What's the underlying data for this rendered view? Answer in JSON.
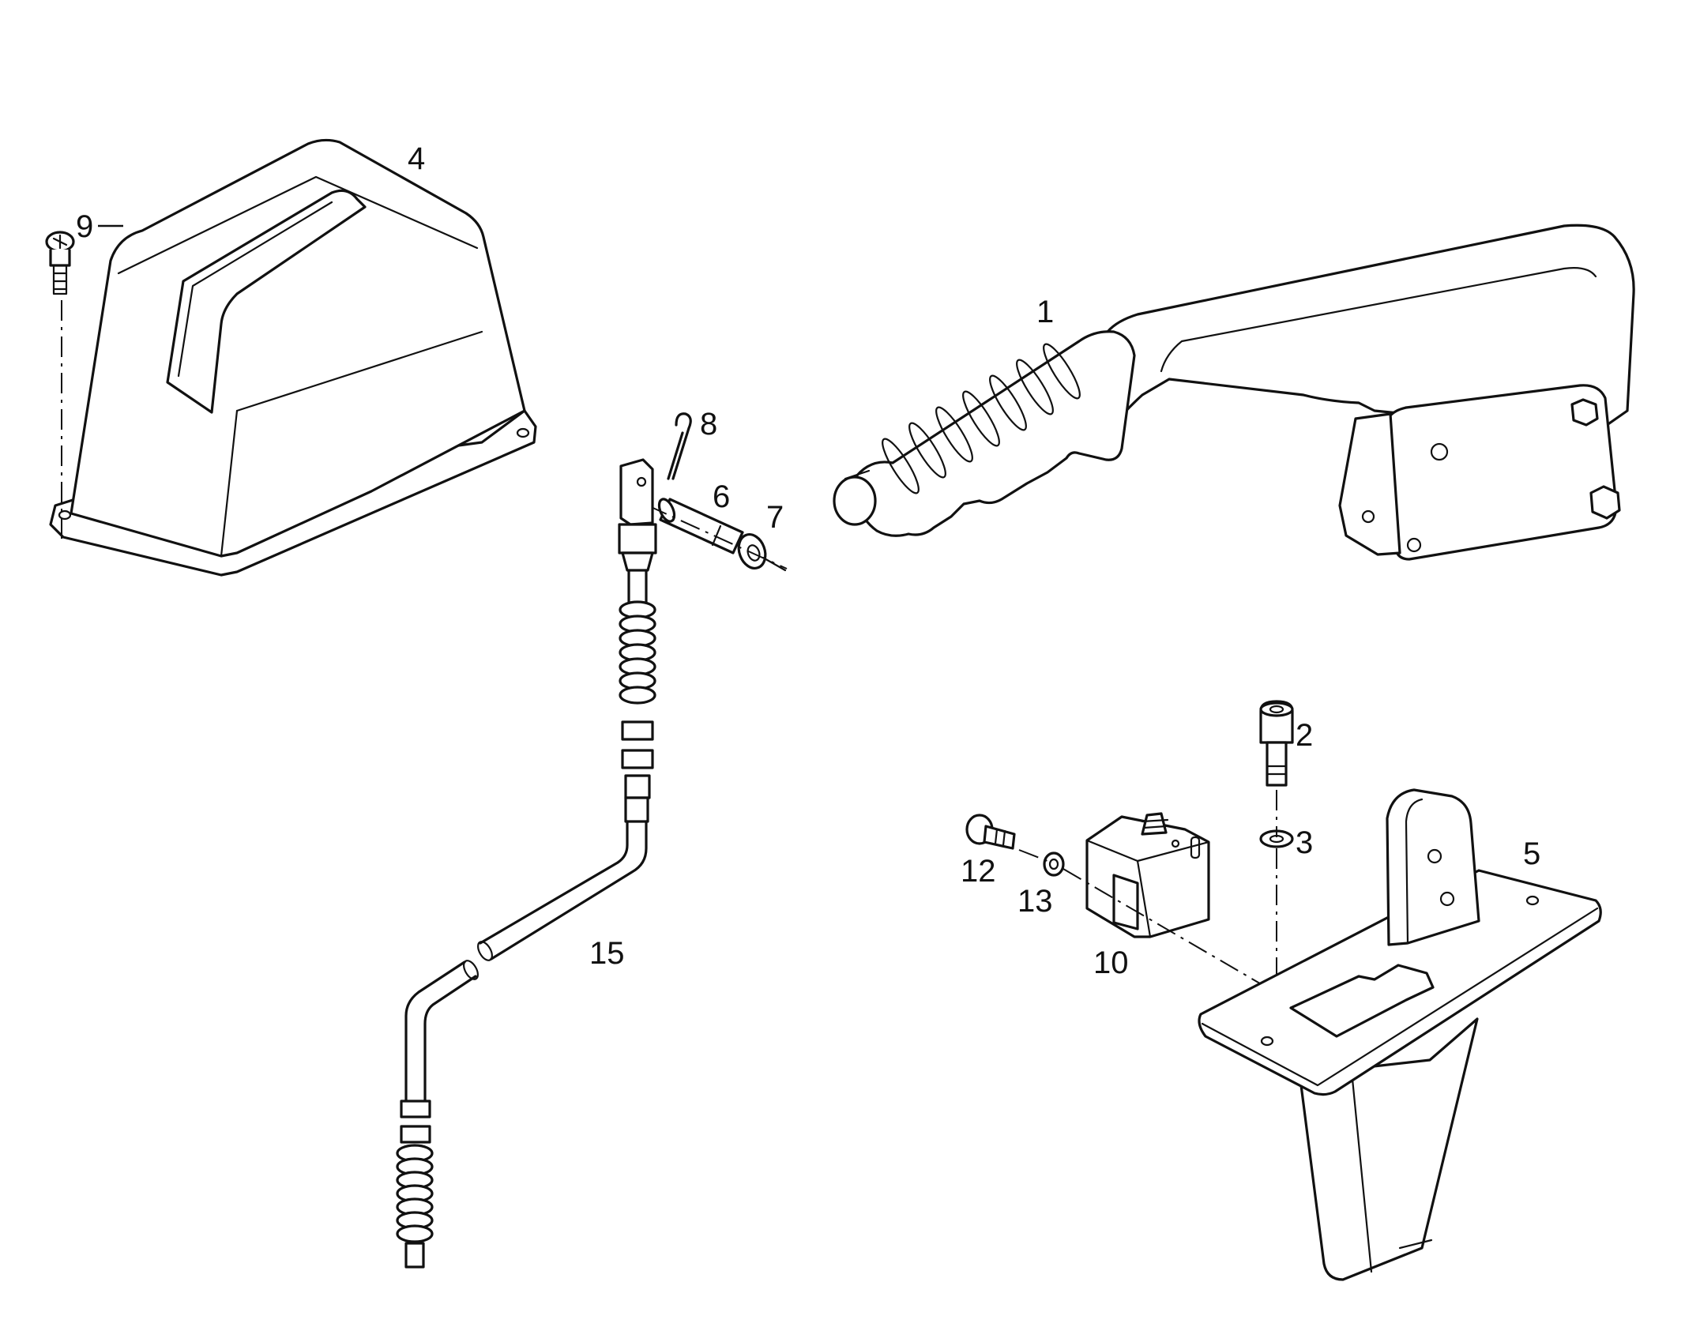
{
  "callouts": [
    {
      "id": "1",
      "label": "1"
    },
    {
      "id": "2",
      "label": "2"
    },
    {
      "id": "3",
      "label": "3"
    },
    {
      "id": "4",
      "label": "4"
    },
    {
      "id": "5",
      "label": "5"
    },
    {
      "id": "6",
      "label": "6"
    },
    {
      "id": "7",
      "label": "7"
    },
    {
      "id": "8",
      "label": "8"
    },
    {
      "id": "9",
      "label": "9"
    },
    {
      "id": "10",
      "label": "10"
    },
    {
      "id": "12",
      "label": "12"
    },
    {
      "id": "13",
      "label": "13"
    },
    {
      "id": "15",
      "label": "15"
    }
  ]
}
